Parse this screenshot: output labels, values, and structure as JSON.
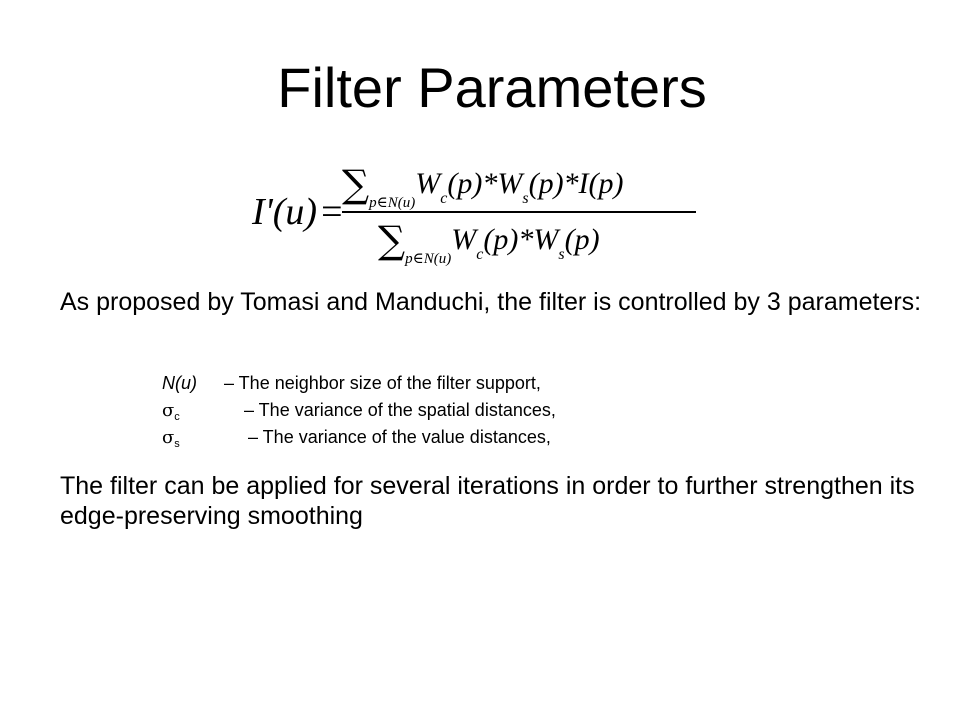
{
  "slide": {
    "title": "Filter Parameters",
    "formula": {
      "lhs": "I'(u)",
      "equals": "=",
      "sum_symbol": "∑",
      "sum_index": "p∈N(u)",
      "numerator_terms": "W_c(p)*W_s(p)*I(p)",
      "numerator_pre": "W",
      "numerator_sub_c": "c",
      "numerator_mid": "(p)*W",
      "numerator_sub_s": "s",
      "numerator_post": "(p)*I(p)",
      "denominator_pre": "W",
      "denominator_sub_c": "c",
      "denominator_mid": "(p)*W",
      "denominator_sub_s": "s",
      "denominator_post": "(p)"
    },
    "paragraph1": "As proposed by Tomasi and Manduchi, the filter is controlled by 3 parameters:",
    "parameters": [
      {
        "symbol": "N(u)",
        "description": "– The neighbor size of the filter support,"
      },
      {
        "symbol": "σ",
        "subscript": "c",
        "description": "– The variance of the spatial distances,"
      },
      {
        "symbol": "σ",
        "subscript": "s",
        "description": "– The variance of the value distances,"
      }
    ],
    "paragraph2": "The filter can be applied for several iterations in order to further strengthen its edge-preserving smoothing"
  }
}
